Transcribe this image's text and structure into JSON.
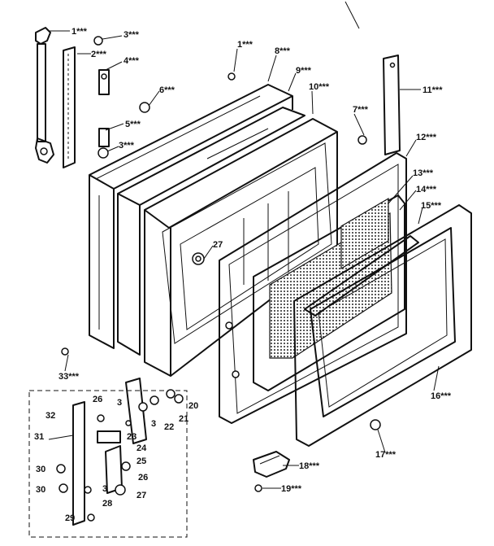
{
  "labels": {
    "p1a": "1***",
    "p3a": "3***",
    "p2": "2***",
    "p4": "4***",
    "p6": "6***",
    "p5": "5***",
    "p3b": "3***",
    "p1b": "1***",
    "p8": "8***",
    "p9": "9***",
    "p10": "10***",
    "p7": "7***",
    "p11": "11***",
    "p12": "12***",
    "p13": "13***",
    "p14": "14***",
    "p15": "15***",
    "p27a": "27",
    "p33": "33***",
    "p16": "16***",
    "p17": "17***",
    "p18": "18***",
    "p19": "19***",
    "p26a": "26",
    "p3c": "3",
    "p3d": "3",
    "p20": "20",
    "p21": "21",
    "p22": "22",
    "p23": "23",
    "p32": "32",
    "p31": "31",
    "p24": "24",
    "p25": "25",
    "p26b": "26",
    "p30a": "30",
    "p30b": "30",
    "p3e": "3",
    "p27b": "27",
    "p28": "28",
    "p29": "29"
  },
  "colors": {
    "ink": "#111111",
    "paper": "#ffffff"
  }
}
